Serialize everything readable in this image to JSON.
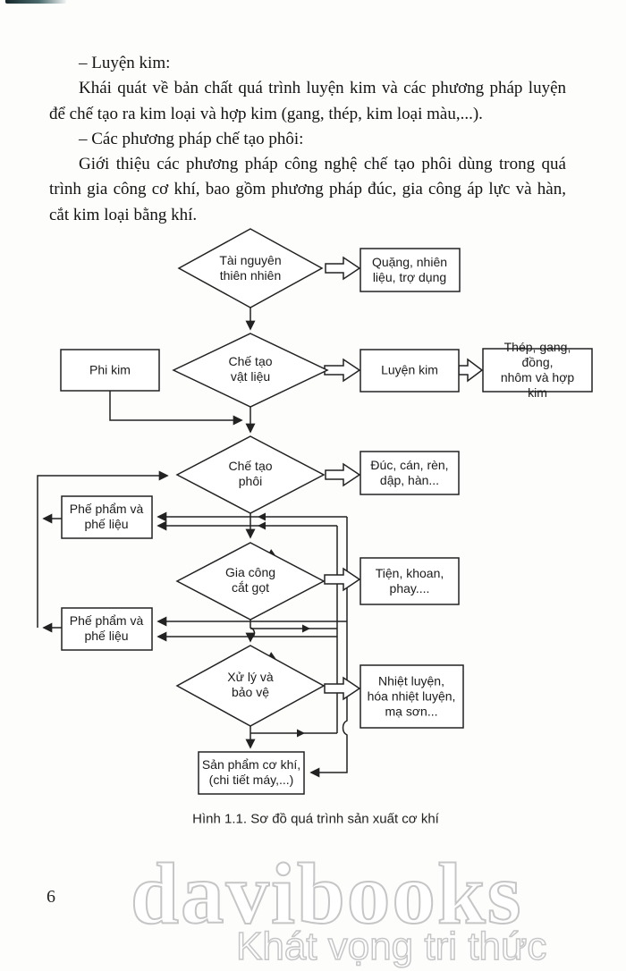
{
  "page": {
    "number": "6",
    "watermark": {
      "brand": "davibooks",
      "tagline": "Khát vọng tri thức"
    }
  },
  "body_text": {
    "lines": [
      "– Luyện kim:",
      "Khái quát về bản chất quá trình luyện kim và các phương pháp luyện",
      "để chế tạo ra kim loại và hợp kim (gang, thép, kim loại màu,...).",
      "– Các phương pháp chế tạo phôi:",
      "Giới thiệu các phương pháp công nghệ chế tạo phôi dùng trong quá",
      "trình gia công cơ khí, bao gồm phương pháp đúc, gia công áp lực và hàn,",
      "cắt kim loại bằng khí."
    ]
  },
  "flowchart": {
    "caption": "Hình 1.1. Sơ đồ quá trình sản xuất cơ khí",
    "line_color": "#222222",
    "diamonds": [
      {
        "id": "tai-nguyen-thien-nhien",
        "label": "Tài nguyên\nthiên nhiên"
      },
      {
        "id": "che-tao-vat-lieu",
        "label": "Chế tạo\nvật liệu"
      },
      {
        "id": "che-tao-phoi",
        "label": "Chế tạo\nphôi"
      },
      {
        "id": "gia-cong-cat-got",
        "label": "Gia công\ncắt gọt"
      },
      {
        "id": "xu-ly-va-bao-ve",
        "label": "Xử lý và\nbảo vệ"
      }
    ],
    "boxes": [
      {
        "id": "phi-kim",
        "label": "Phi kim"
      },
      {
        "id": "quang-nhien-lieu",
        "label": "Quặng, nhiên\nliệu, trợ dụng"
      },
      {
        "id": "luyen-kim",
        "label": "Luyện kim"
      },
      {
        "id": "thep-gang-dong",
        "label": "Thép, gang, đồng,\nnhôm và hợp kim"
      },
      {
        "id": "duc-can-ren",
        "label": "Đúc, cán, rèn,\ndập, hàn..."
      },
      {
        "id": "phe-pham-1",
        "label": "Phế phẩm và\nphế liệu"
      },
      {
        "id": "tien-khoan-phay",
        "label": "Tiện, khoan,\nphay...."
      },
      {
        "id": "phe-pham-2",
        "label": "Phế phẩm và\nphế liệu"
      },
      {
        "id": "nhiet-luyen",
        "label": "Nhiệt luyện,\nhóa nhiệt luyện,\nmạ sơn..."
      },
      {
        "id": "san-pham-co-khi",
        "label": "Sản phẩm cơ khí,\n(chi tiết máy,...)"
      }
    ]
  }
}
